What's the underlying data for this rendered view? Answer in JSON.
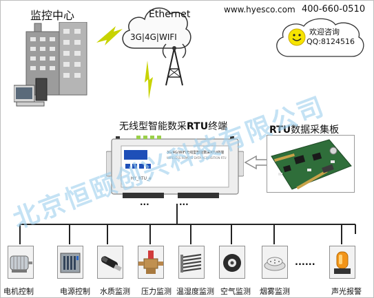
{
  "header": {
    "center_label": "监控中心",
    "cloud_title": "Ethernet",
    "cloud_subtitle": "3G|4G|WIFI",
    "website": "www.hyesco.com",
    "phone": "400-660-0510"
  },
  "contact": {
    "greeting": "欢迎咨询",
    "qq": "QQ:8124516"
  },
  "rtu": {
    "title_prefix": "无线型智能数采",
    "title_bold": "RTU",
    "title_suffix": "终端",
    "panel_text": "3G/4G/WIFI无线型智能数采RTU终端",
    "panel_subtext": "WIRELESS REMOTE DATA ACQUISITION RTU",
    "model": "HY_RTU_e",
    "ellipsis": "..."
  },
  "board": {
    "title_bold": "RTU",
    "title_rest": "数据采集板"
  },
  "watermark": "北京恒颐创兴科技有限公司",
  "devices": [
    {
      "label": "电机控制",
      "icon": "motor-icon"
    },
    {
      "label": "电源控制",
      "icon": "power-supply-icon"
    },
    {
      "label": "水质监测",
      "icon": "water-probe-icon"
    },
    {
      "label": "压力监测",
      "icon": "pressure-valve-icon"
    },
    {
      "label": "温湿度监测",
      "icon": "heater-coil-icon"
    },
    {
      "label": "空气监测",
      "icon": "air-sensor-icon"
    },
    {
      "label": "烟雾监测",
      "icon": "smoke-detector-icon"
    },
    {
      "label": "声光报警",
      "icon": "alarm-light-icon"
    }
  ],
  "bus_ellipsis": "......",
  "colors": {
    "lightning": "#c8d300",
    "watermark": "#9ed0ee",
    "link": "#222222",
    "arrow": "#8a8a8a"
  }
}
